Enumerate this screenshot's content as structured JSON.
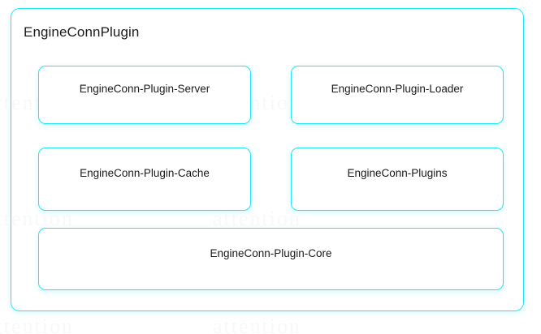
{
  "diagram": {
    "title": "EngineConnPlugin",
    "colors": {
      "border": "#22E6F5",
      "card_background": "#FFFFFF",
      "text": "#1B1B1B",
      "page_background": "#FFFFFF"
    },
    "rows": [
      {
        "cards": [
          {
            "label": "EngineConn-Plugin-Server"
          },
          {
            "label": "EngineConn-Plugin-Loader"
          }
        ]
      },
      {
        "cards": [
          {
            "label": "EngineConn-Plugin-Cache"
          },
          {
            "label": "EngineConn-Plugins"
          }
        ]
      },
      {
        "cards": [
          {
            "label": "EngineConn-Plugin-Core"
          }
        ]
      }
    ],
    "watermark": {
      "text": "attention"
    }
  }
}
